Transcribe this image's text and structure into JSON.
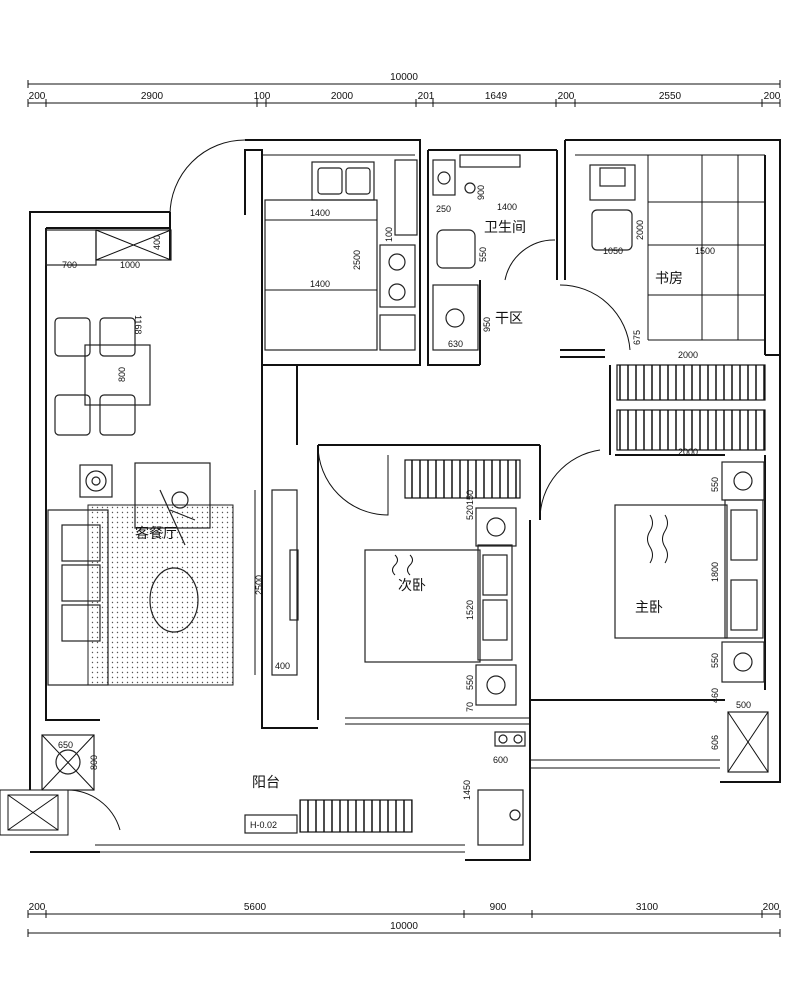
{
  "dimensions": {
    "top_total": "10000",
    "top_segments": [
      "200",
      "2900",
      "100",
      "2000",
      "201",
      "1649",
      "200",
      "2550",
      "200"
    ],
    "bottom_segments": [
      "200",
      "5600",
      "900",
      "3100",
      "200"
    ],
    "bottom_total": "10000"
  },
  "rooms": {
    "kitchen_labels": [
      "1400",
      "2500",
      "1400",
      "100"
    ],
    "bathroom": "卫生间",
    "bathroom_dims": [
      "900",
      "1400",
      "250",
      "550"
    ],
    "dry_zone": "干区",
    "dry_dims": [
      "950",
      "630"
    ],
    "study": "书房",
    "study_dims": [
      "1050",
      "2000",
      "1500",
      "675"
    ],
    "living_dining": "客餐厅",
    "living_dims": [
      "700",
      "1000",
      "400",
      "1168",
      "800",
      "2500",
      "400"
    ],
    "second_bedroom": "次卧",
    "second_dims": [
      "1520",
      "550",
      "70",
      "520",
      "150"
    ],
    "master_bedroom": "主卧",
    "master_dims": [
      "2000",
      "2000",
      "550",
      "1800",
      "550",
      "460",
      "500",
      "606"
    ],
    "balcony": "阳台",
    "balcony_dims": [
      "650",
      "800",
      "600",
      "1450"
    ],
    "level_mark": "H-0.02"
  }
}
